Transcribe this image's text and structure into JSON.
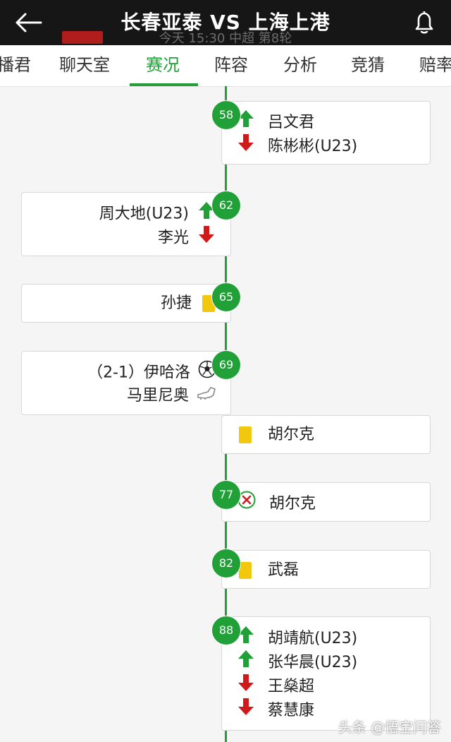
{
  "header": {
    "title": "长春亚泰 VS 上海上港",
    "subline": "今天 15:30 中超 第8轮"
  },
  "tabs": [
    {
      "label": "播君"
    },
    {
      "label": "聊天室"
    },
    {
      "label": "赛况",
      "active": true
    },
    {
      "label": "阵容"
    },
    {
      "label": "分析"
    },
    {
      "label": "竞猜"
    },
    {
      "label": "赔率"
    }
  ],
  "events": [
    {
      "minute": "58",
      "side": "right",
      "rows": [
        {
          "icon": "sub-in-arrow-icon",
          "text": "吕文君"
        },
        {
          "icon": "sub-out-arrow-icon",
          "text": "陈彬彬(U23)"
        }
      ]
    },
    {
      "minute": "62",
      "side": "left",
      "rows": [
        {
          "icon": "sub-in-arrow-icon",
          "text": "周大地(U23)"
        },
        {
          "icon": "sub-out-arrow-icon",
          "text": "李光"
        }
      ]
    },
    {
      "minute": "65",
      "side": "left",
      "rows": [
        {
          "icon": "yellow-card-icon",
          "text": "孙捷"
        }
      ]
    },
    {
      "minute": "69",
      "side": "left",
      "rows": [
        {
          "icon": "goal-ball-icon",
          "text": "（2-1）伊哈洛"
        },
        {
          "icon": "assist-boot-icon",
          "text": "马里尼奥"
        }
      ]
    },
    {
      "minute": "",
      "side": "right",
      "rows": [
        {
          "icon": "yellow-card-icon",
          "text": "胡尔克"
        }
      ]
    },
    {
      "minute": "77",
      "side": "right",
      "rows": [
        {
          "icon": "missed-penalty-icon",
          "text": "胡尔克"
        }
      ]
    },
    {
      "minute": "82",
      "side": "right",
      "rows": [
        {
          "icon": "yellow-card-icon",
          "text": "武磊"
        }
      ]
    },
    {
      "minute": "88",
      "side": "right",
      "rows": [
        {
          "icon": "sub-in-arrow-icon",
          "text": "胡靖航(U23)"
        },
        {
          "icon": "sub-in-arrow-icon",
          "text": "张华晨(U23)"
        },
        {
          "icon": "sub-out-arrow-icon",
          "text": "王燊超"
        },
        {
          "icon": "sub-out-arrow-icon",
          "text": "蔡慧康"
        }
      ]
    }
  ],
  "watermark": "头条 @悟空问答",
  "colors": {
    "accent": "#21a037",
    "sub_in": "#21a037",
    "sub_out": "#d01a1a",
    "yellow_card": "#f2c80f",
    "header_bg": "#161616"
  }
}
